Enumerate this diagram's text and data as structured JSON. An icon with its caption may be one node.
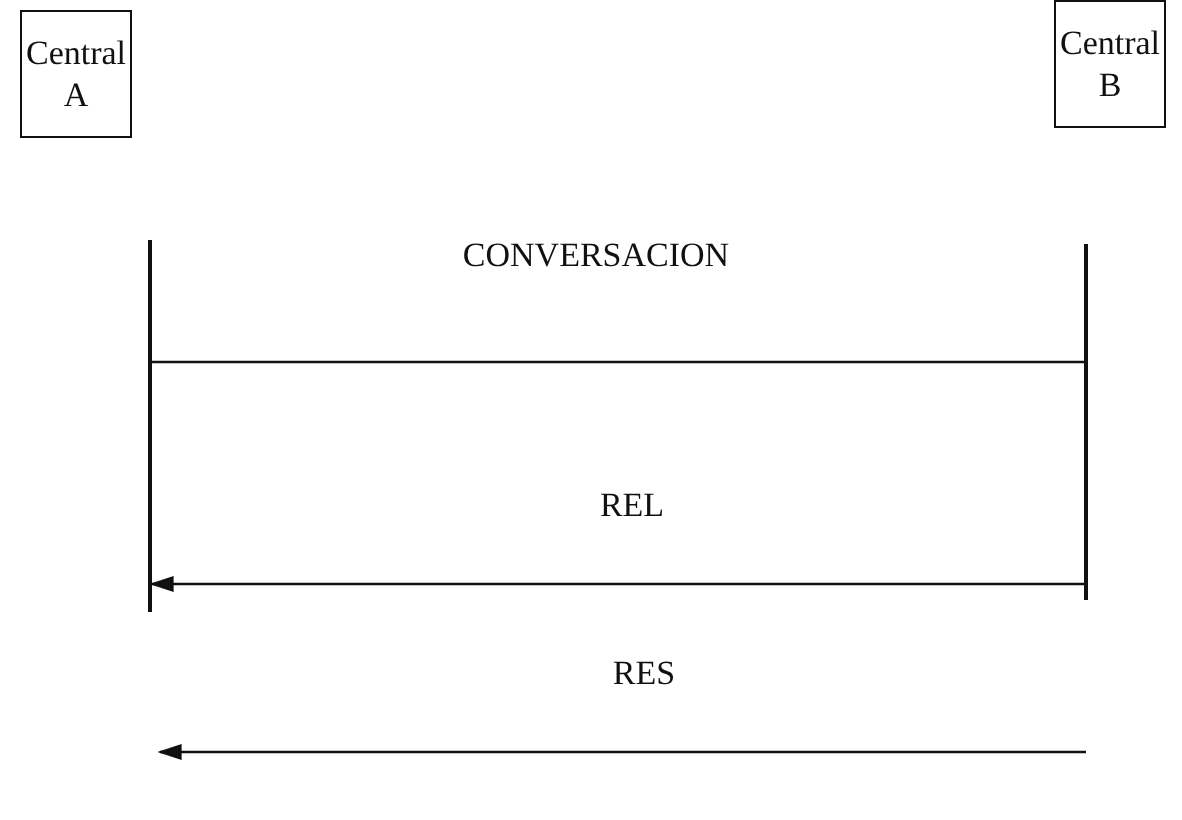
{
  "diagram": {
    "nodes": [
      {
        "text": [
          "Central A"
        ]
      },
      {
        "text": [
          "Central B"
        ]
      },
      {
        "text": [],
        "shape": "bar"
      },
      {
        "text": [],
        "shape": "bar"
      }
    ],
    "edges": [
      {
        "from": 2,
        "to": 3,
        "arrow": "none",
        "label": "CONVERSACION"
      },
      {
        "from": 3,
        "to": 2,
        "arrow": "to",
        "label": "REL"
      }
    ],
    "labels": [
      "RES"
    ]
  }
}
